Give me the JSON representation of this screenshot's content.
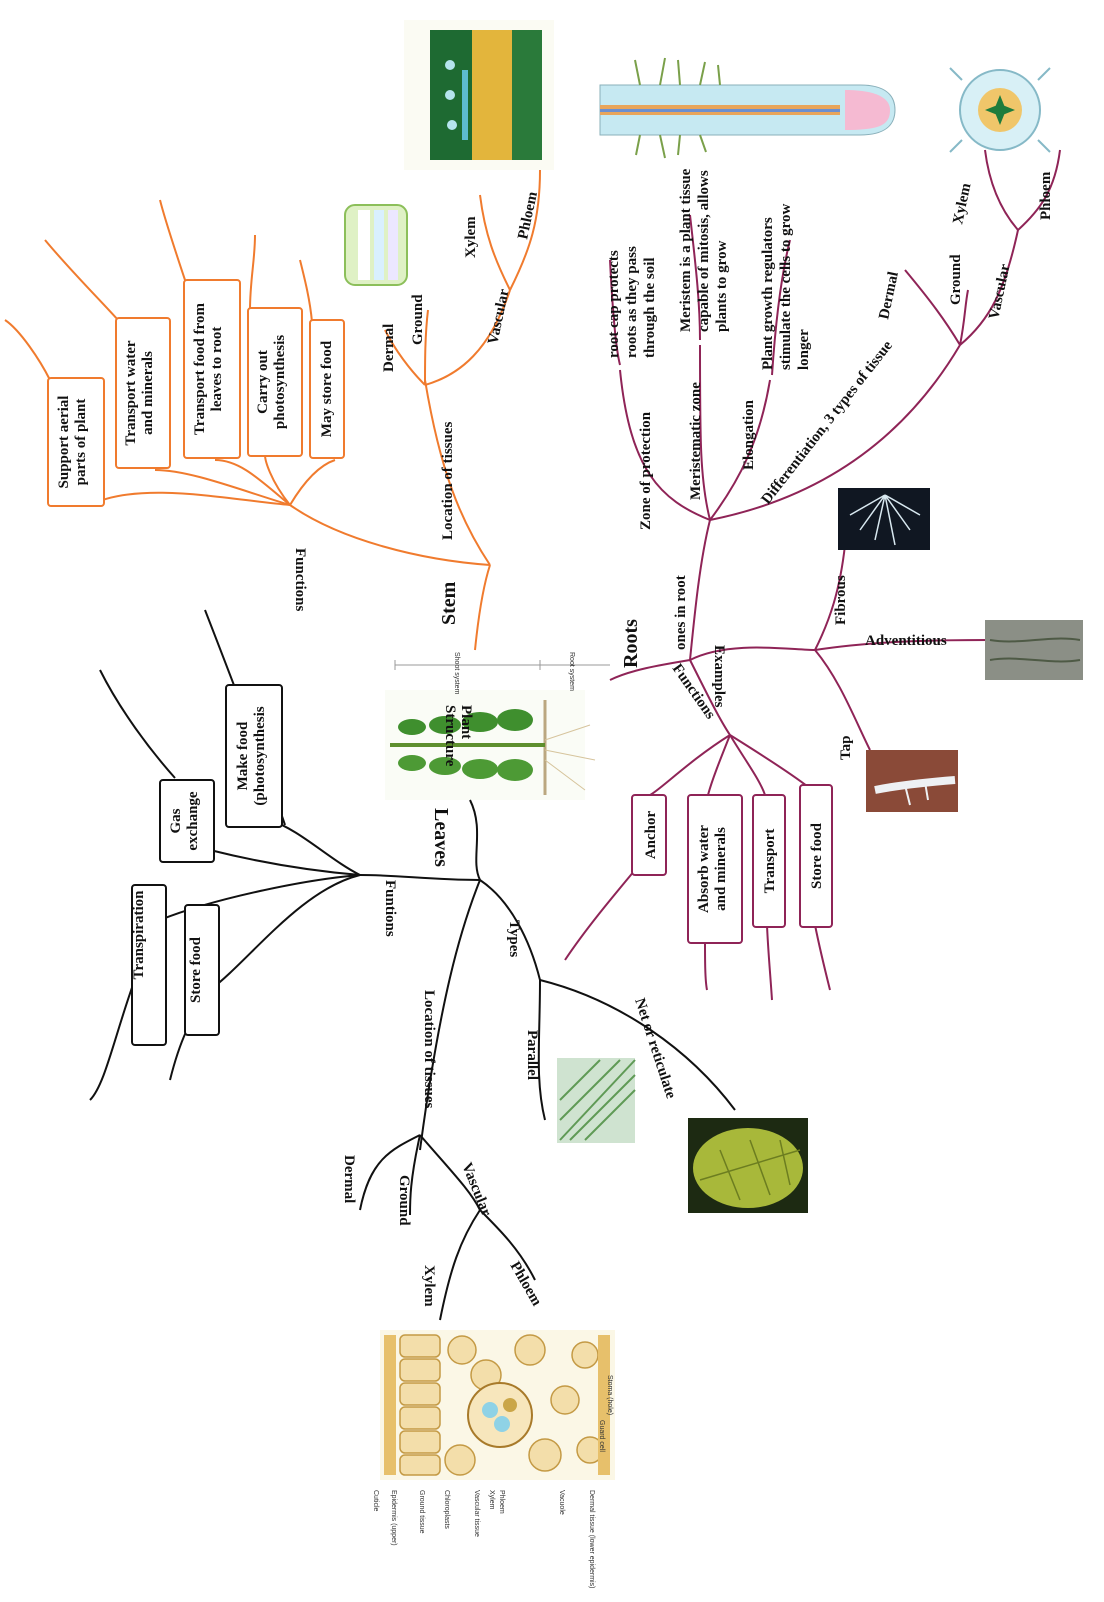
{
  "center": {
    "title": "Plant Structure"
  },
  "leaves": {
    "title": "Leaves",
    "funtions_label": "Funtions",
    "functions": [
      "Transpiration",
      "Store food",
      "Gas exchange",
      "Make food (photosynthesis"
    ],
    "location_label": "Location of tissues",
    "tissues": {
      "dermal": "Dermal",
      "ground": "Ground",
      "vascular": "Vascular",
      "xylem": "Xylem",
      "phloem": "Phloem"
    },
    "types_label": "Types",
    "types": {
      "parallel": "Parallel",
      "net": "Net or reticulate"
    },
    "cross_section_labels": [
      "Cuticle",
      "Epidermis (upper)",
      "Ground tissue",
      "Chloroplasts",
      "Vascular tissue",
      "Xylem",
      "Phloem",
      "Vacuole",
      "Dermal tissue (lower epidermis)",
      "Guard cell",
      "Stoma (hole)"
    ]
  },
  "stem": {
    "title": "Stem",
    "functions_label": "Functions",
    "functions": [
      "Support aerial parts of plant",
      "Transport water and minerals",
      "Transport food from leaves to root",
      "Carry out photosynthesis",
      "May store food"
    ],
    "location_label": "Location of tissues",
    "tissues": {
      "dermal": "Dermal",
      "ground": "Ground",
      "vascular": "Vascular",
      "xylem": "Xylem",
      "phloem": "Phloem"
    }
  },
  "roots": {
    "title": "Roots",
    "zones_label": "ones in root",
    "zones": {
      "protection": "Zone of protection",
      "protection_desc": "root cap protects roots as they pass through the soil",
      "meristematic": "Meristematic zone",
      "meristematic_desc": "Meristem is a plant tissue capable of mitosis, allows plants to grow",
      "elongation": "Elongation",
      "elongation_desc": "Plant growth regulators stimulate the cells to grow longer",
      "differentiation": "Differentiation, 3 types of tissue"
    },
    "tissues": {
      "dermal": "Dermal",
      "ground": "Ground",
      "vascular": "Vascular",
      "xylem": "Xylem",
      "phloem": "Phloem"
    },
    "examples_label": "Examples",
    "examples": {
      "fibrous": "Fibrous",
      "adventitious": "Adventitious",
      "tap": "Tap"
    },
    "functions_label": "Functions",
    "functions": [
      "Anchor",
      "Absorb water and minerals",
      "Transport",
      "Store food"
    ]
  },
  "colors": {
    "leaves": "#111111",
    "stem": "#f07b2e",
    "roots": "#8f2457"
  }
}
